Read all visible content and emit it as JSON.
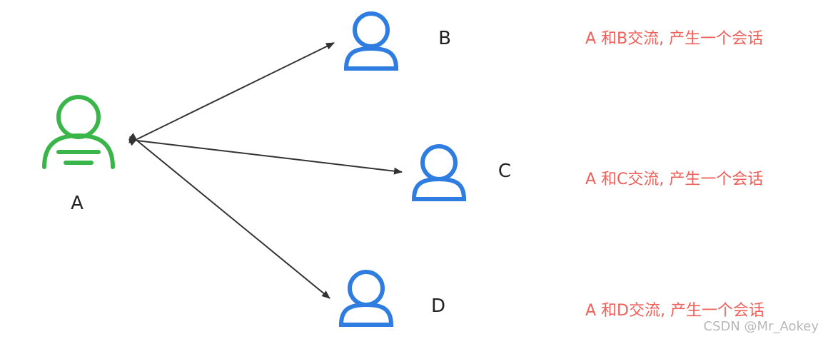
{
  "colors": {
    "source_user": "#3ab54a",
    "target_user": "#2f7de1",
    "arrow": "#333333",
    "session_text": "#f0605a",
    "watermark": "#b8b8b8"
  },
  "nodes": {
    "a": {
      "label": "A",
      "icon": "user-icon"
    },
    "b": {
      "label": "B",
      "icon": "user-icon"
    },
    "c": {
      "label": "C",
      "icon": "user-icon"
    },
    "d": {
      "label": "D",
      "icon": "user-icon"
    }
  },
  "sessions": {
    "ab": "A 和B交流, 产生一个会话",
    "ac": "A 和C交流, 产生一个会话",
    "ad": "A 和D交流, 产生一个会话"
  },
  "watermark": "CSDN @Mr_Aokey"
}
